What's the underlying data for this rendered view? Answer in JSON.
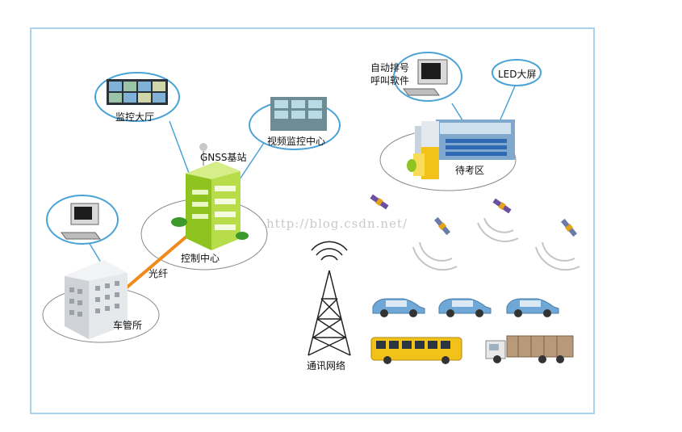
{
  "labels": {
    "monitor_hall": "监控大厅",
    "gnss_station": "GNSS基站",
    "video_monitor_center": "视频监控中心",
    "control_center": "控制中心",
    "fiber": "光纤",
    "vehicle_admin": "车管所",
    "auto_queue_software_line1": "自动排号",
    "auto_queue_software_line2": "呼叫软件",
    "led_screen": "LED大屏",
    "waiting_area": "待考区",
    "comm_network": "通讯网络"
  },
  "watermark": "http://blog.csdn.net/",
  "colors": {
    "frame": "#a9d2ee",
    "ellipse": "#8a8a8a",
    "building_green": "#9ccc2a",
    "fiber": "#f08a1a",
    "car": "#6fa8d6",
    "bus": "#f2c21a"
  }
}
